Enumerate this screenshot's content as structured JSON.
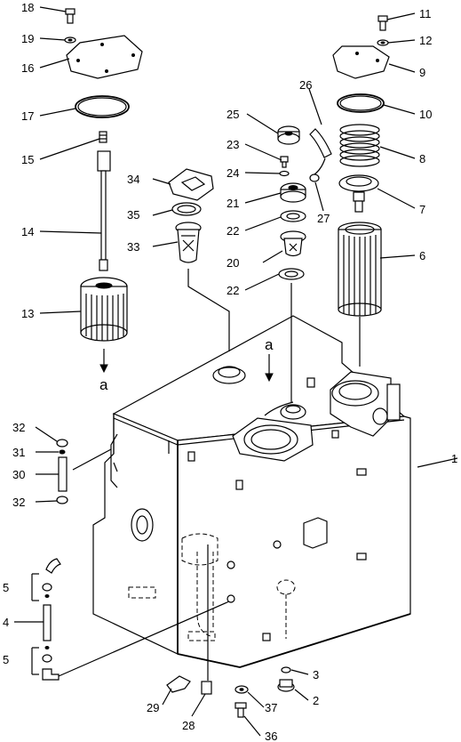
{
  "callouts": [
    "1",
    "2",
    "3",
    "4",
    "5",
    "6",
    "7",
    "8",
    "9",
    "10",
    "11",
    "12",
    "13",
    "14",
    "15",
    "16",
    "17",
    "18",
    "19",
    "20",
    "21",
    "22",
    "23",
    "24",
    "25",
    "26",
    "27",
    "28",
    "29",
    "30",
    "31",
    "32",
    "33",
    "34",
    "35",
    "36",
    "37"
  ],
  "view_marker": "a"
}
